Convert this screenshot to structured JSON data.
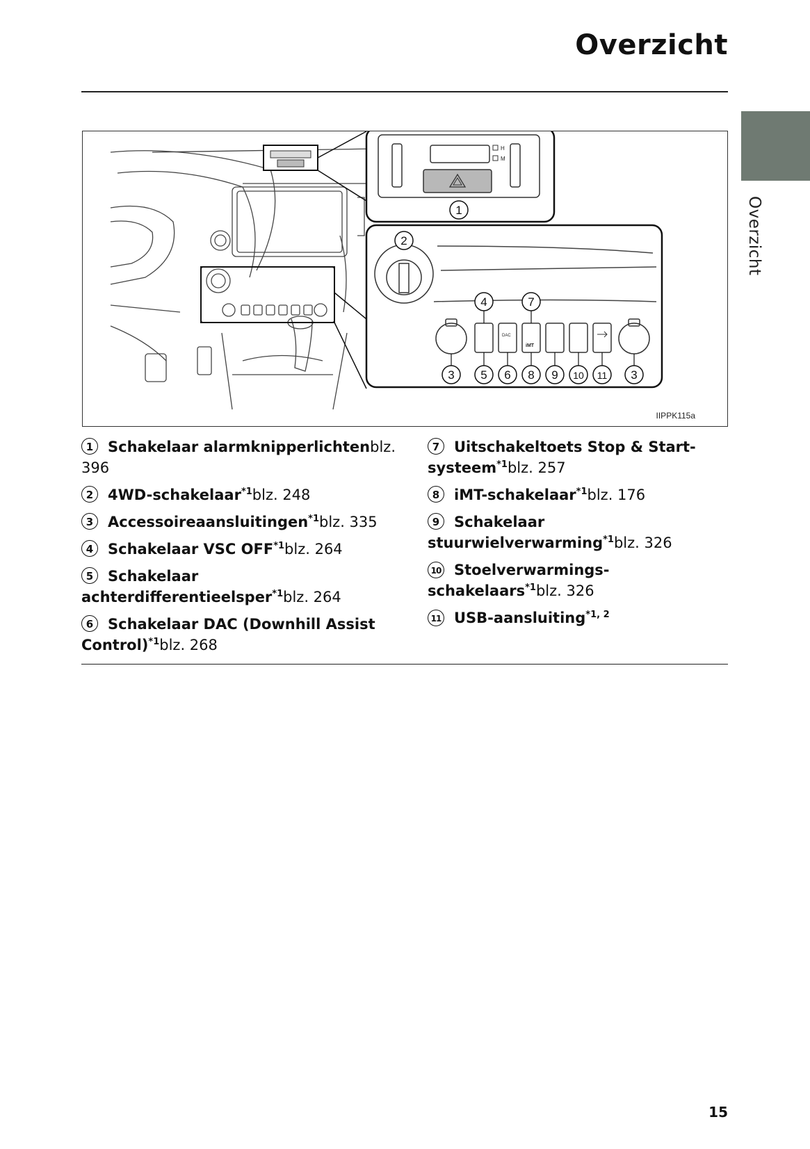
{
  "header": {
    "title": "Overzicht"
  },
  "side_tab": {
    "label": "Overzicht"
  },
  "figure": {
    "code": "IIPPK115a",
    "callouts": [
      "1",
      "2",
      "4",
      "7",
      "3",
      "5",
      "6",
      "8",
      "9",
      "10",
      "11",
      "3"
    ],
    "panel_marks": {
      "hi": "H",
      "mid": "M",
      "dac": "DAC",
      "imt": "iMT"
    }
  },
  "legend": [
    {
      "num": "1",
      "name": "Schakelaar alarmknipperlichten",
      "sup": "",
      "ref": "blz. 396"
    },
    {
      "num": "2",
      "name": "4WD-schakelaar",
      "sup": "*1",
      "ref": "blz. 248"
    },
    {
      "num": "3",
      "name": "Accessoireaansluitingen",
      "sup": "*1",
      "ref": "blz. 335"
    },
    {
      "num": "4",
      "name": "Schakelaar VSC OFF",
      "sup": "*1",
      "ref": "blz. 264"
    },
    {
      "num": "5",
      "name": "Schakelaar achterdifferentieelsper",
      "sup": "*1",
      "ref": "blz. 264"
    },
    {
      "num": "6",
      "name": "Schakelaar DAC (Downhill Assist Control)",
      "sup": "*1",
      "ref": "blz. 268"
    },
    {
      "num": "7",
      "name": "Uitschakeltoets Stop & Start-systeem",
      "sup": "*1",
      "ref": "blz. 257"
    },
    {
      "num": "8",
      "name": "iMT-schakelaar",
      "sup": "*1",
      "ref": "blz. 176"
    },
    {
      "num": "9",
      "name": "Schakelaar stuurwielverwarming",
      "sup": "*1",
      "ref": "blz. 326"
    },
    {
      "num": "10",
      "name": "Stoelverwarmings-schakelaars",
      "sup": "*1",
      "ref": "blz. 326"
    },
    {
      "num": "11",
      "name": "USB-aansluiting",
      "sup": "*1, 2",
      "ref": ""
    }
  ],
  "footer": {
    "page_number": "15"
  }
}
